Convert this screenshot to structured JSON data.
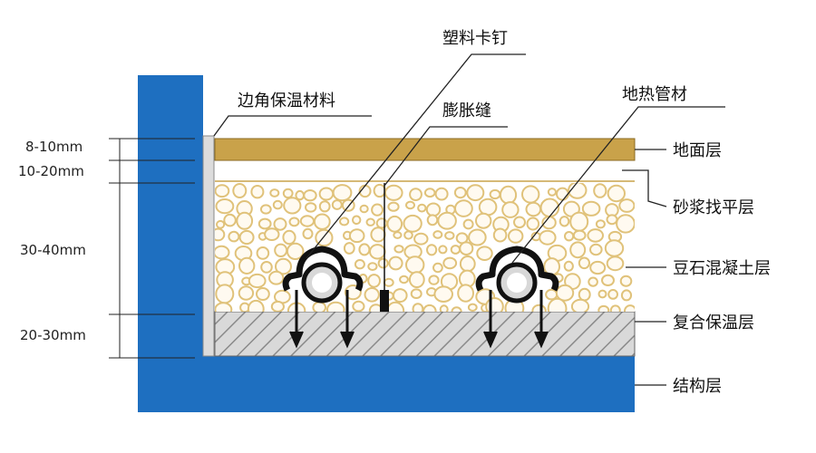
{
  "dimensions": [
    "8-10mm",
    "10-20mm",
    "30-40mm",
    "20-30mm"
  ],
  "callouts": {
    "edge_insulation": "边角保温材料",
    "plastic_clip": "塑料卡钉",
    "expansion_joint": "膨胀缝",
    "heating_pipe": "地热管材"
  },
  "layers": {
    "floor": "地面层",
    "mortar": "砂浆找平层",
    "concrete": "豆石混凝土层",
    "insulation": "复合保温层",
    "structure": "结构层"
  },
  "colors": {
    "structure": "#1e6fc0",
    "floor_wood": "#c9a24a",
    "pebble_stroke": "#e0c27a",
    "hatch": "#888888",
    "pipe": "#111111"
  }
}
